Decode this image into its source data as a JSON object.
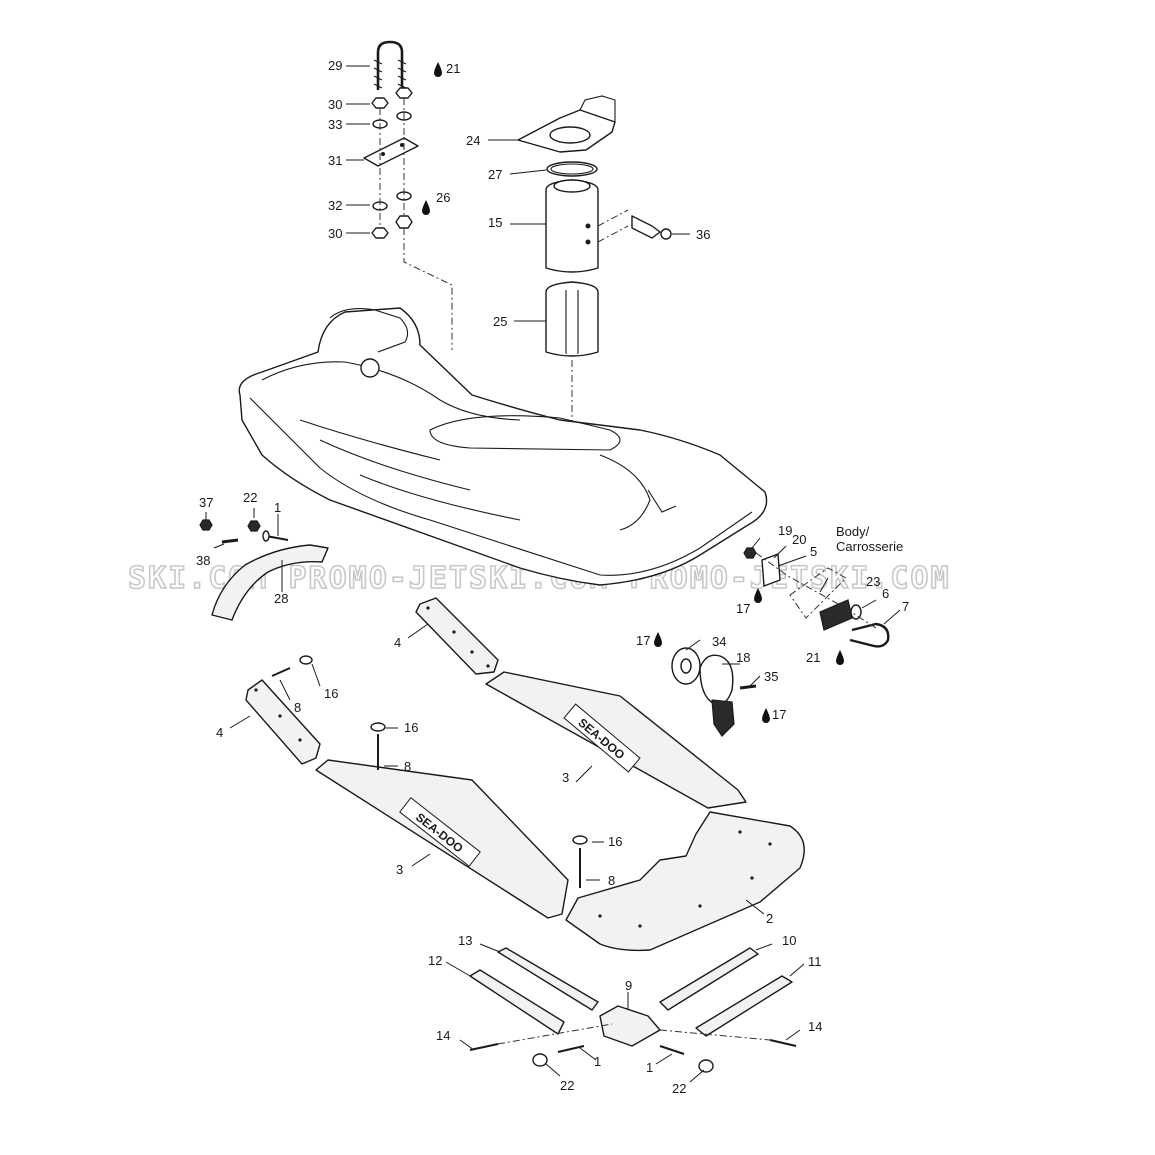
{
  "diagram": {
    "watermark": "SKI.COM  PROMO-JETSKI.COM  PROMO-JETSKI.COM",
    "body_label_line1": "Body/",
    "body_label_line2": "Carrosserie",
    "logo_text": "SEA-DOO",
    "callouts": [
      {
        "id": "c29",
        "text": "29"
      },
      {
        "id": "c21a",
        "text": "21"
      },
      {
        "id": "c30a",
        "text": "30"
      },
      {
        "id": "c33",
        "text": "33"
      },
      {
        "id": "c31",
        "text": "31"
      },
      {
        "id": "c32",
        "text": "32"
      },
      {
        "id": "c26",
        "text": "26"
      },
      {
        "id": "c30b",
        "text": "30"
      },
      {
        "id": "c24",
        "text": "24"
      },
      {
        "id": "c27",
        "text": "27"
      },
      {
        "id": "c15",
        "text": "15"
      },
      {
        "id": "c36",
        "text": "36"
      },
      {
        "id": "c25",
        "text": "25"
      },
      {
        "id": "c37",
        "text": "37"
      },
      {
        "id": "c22a",
        "text": "22"
      },
      {
        "id": "c1a",
        "text": "1"
      },
      {
        "id": "c38",
        "text": "38"
      },
      {
        "id": "c28",
        "text": "28"
      },
      {
        "id": "c19",
        "text": "19"
      },
      {
        "id": "c20",
        "text": "20"
      },
      {
        "id": "c5",
        "text": "5"
      },
      {
        "id": "c23",
        "text": "23"
      },
      {
        "id": "c6",
        "text": "6"
      },
      {
        "id": "c7",
        "text": "7"
      },
      {
        "id": "c17a",
        "text": "17"
      },
      {
        "id": "c21b",
        "text": "21"
      },
      {
        "id": "c4a",
        "text": "4"
      },
      {
        "id": "c17b",
        "text": "17"
      },
      {
        "id": "c34",
        "text": "34"
      },
      {
        "id": "c18",
        "text": "18"
      },
      {
        "id": "c35",
        "text": "35"
      },
      {
        "id": "c17c",
        "text": "17"
      },
      {
        "id": "c16a",
        "text": "16"
      },
      {
        "id": "c8a",
        "text": "8"
      },
      {
        "id": "c4b",
        "text": "4"
      },
      {
        "id": "c16b",
        "text": "16"
      },
      {
        "id": "c8b",
        "text": "8"
      },
      {
        "id": "c3a",
        "text": "3"
      },
      {
        "id": "c3b",
        "text": "3"
      },
      {
        "id": "c16c",
        "text": "16"
      },
      {
        "id": "c8c",
        "text": "8"
      },
      {
        "id": "c2",
        "text": "2"
      },
      {
        "id": "c13",
        "text": "13"
      },
      {
        "id": "c10",
        "text": "10"
      },
      {
        "id": "c12",
        "text": "12"
      },
      {
        "id": "c11",
        "text": "11"
      },
      {
        "id": "c9",
        "text": "9"
      },
      {
        "id": "c14a",
        "text": "14"
      },
      {
        "id": "c14b",
        "text": "14"
      },
      {
        "id": "c1b",
        "text": "1"
      },
      {
        "id": "c1c",
        "text": "1"
      },
      {
        "id": "c22b",
        "text": "22"
      },
      {
        "id": "c22c",
        "text": "22"
      }
    ]
  }
}
